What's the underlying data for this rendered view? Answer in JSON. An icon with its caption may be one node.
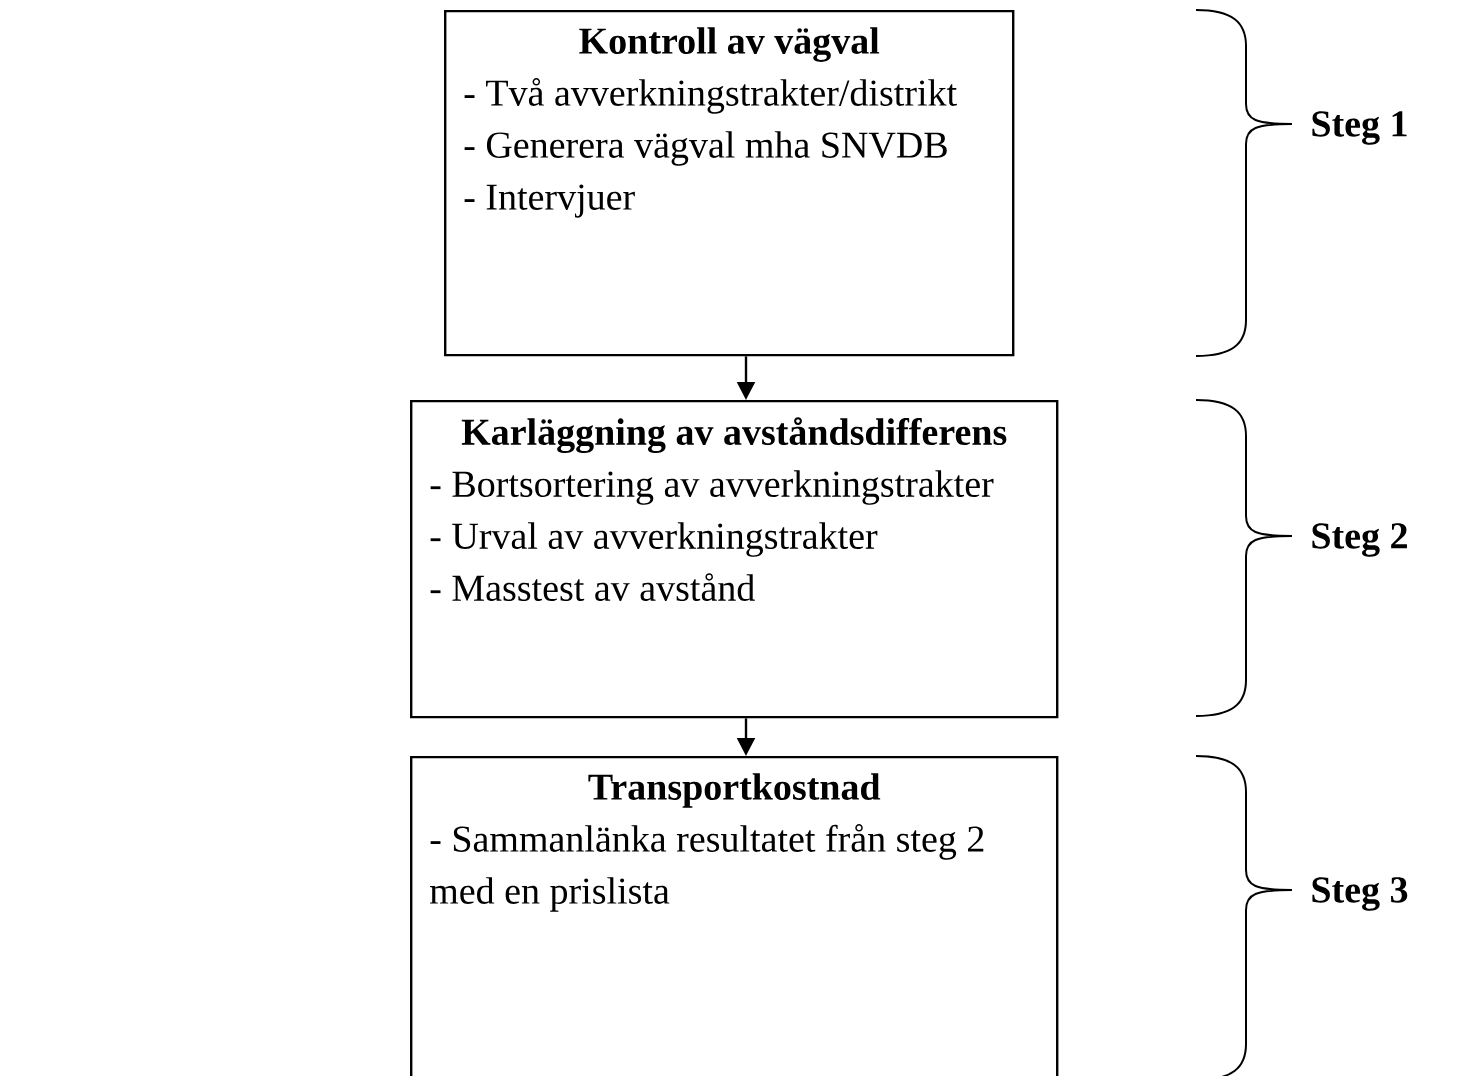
{
  "diagram": {
    "nodes": [
      {
        "text": [
          "Kontroll av vägval",
          "- Två avverkningstrakter/distrikt",
          "- Generera vägval mha SNVDB",
          "- Intervjuer"
        ]
      },
      {
        "text": [
          "Karläggning av avståndsdifferens",
          "- Bortsortering av avverkningstrakter",
          "- Urval av avverkningstrakter",
          "- Masstest av avstånd"
        ]
      },
      {
        "text": [
          "Transportkostnad",
          "- Sammanlänka resultatet från steg 2 med en prislista"
        ]
      }
    ],
    "edges": [
      {
        "from": 0,
        "to": 1,
        "arrow": "to"
      },
      {
        "from": 1,
        "to": 2,
        "arrow": "to"
      }
    ],
    "labels": [
      "Steg 1",
      "Steg 2",
      "Steg 3"
    ]
  }
}
